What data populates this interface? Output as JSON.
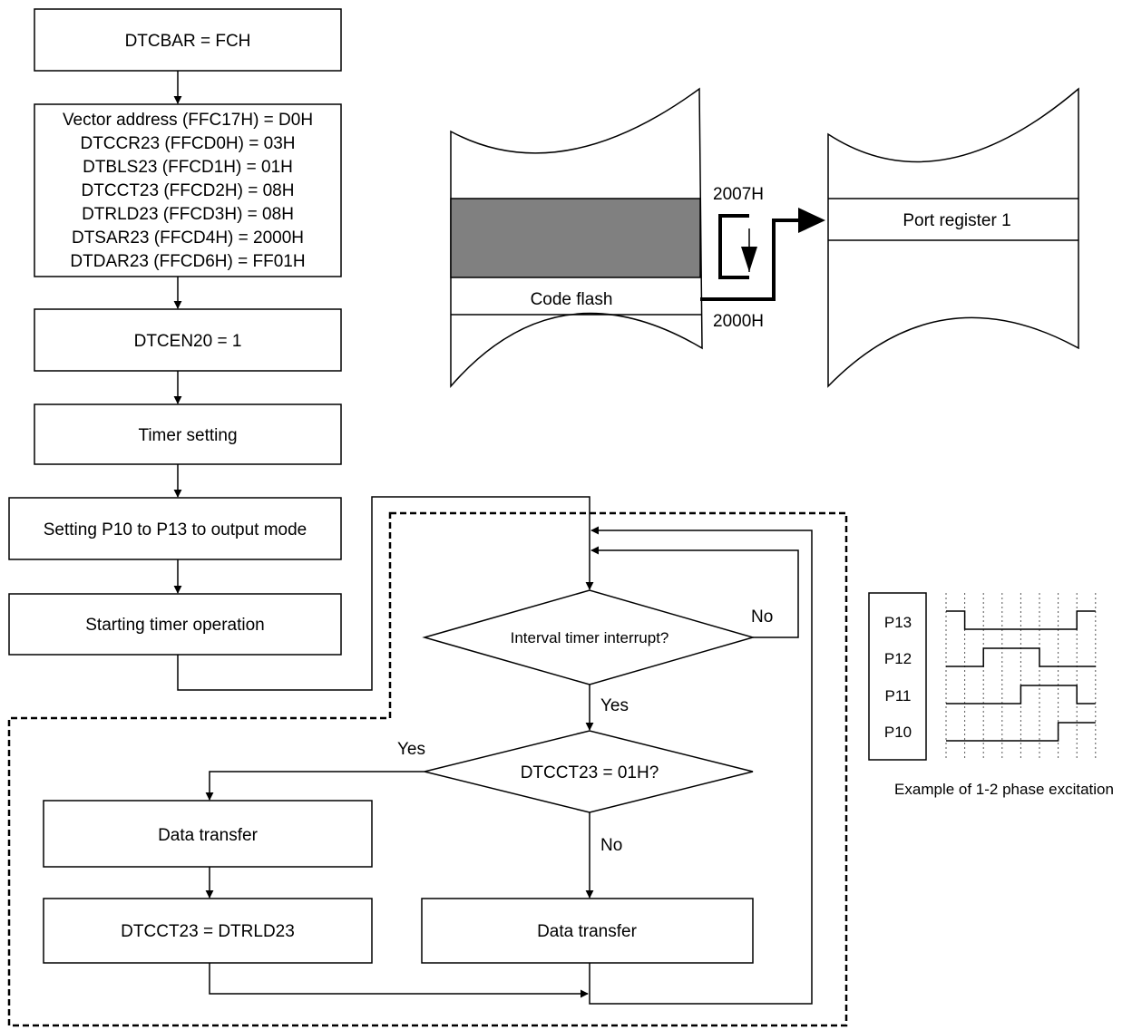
{
  "flowchart": {
    "dtcbar": "DTCBAR = FCH",
    "settings": [
      "Vector address (FFC17H) = D0H",
      "DTCCR23 (FFCD0H) = 03H",
      "DTBLS23 (FFCD1H) = 01H",
      "DTCCT23 (FFCD2H) = 08H",
      "DTRLD23 (FFCD3H) = 08H",
      "DTSAR23 (FFCD4H) = 2000H",
      "DTDAR23 (FFCD6H) = FF01H"
    ],
    "dtcen": "DTCEN20 = 1",
    "timer_setting": "Timer setting",
    "port_setting": "Setting P10 to P13 to output mode",
    "start_timer": "Starting timer operation",
    "decision_interval": "Interval timer interrupt?",
    "decision_count": "DTCCT23 = 01H?",
    "yes": "Yes",
    "no": "No",
    "data_transfer": "Data transfer",
    "reload": "DTCCT23 = DTRLD23"
  },
  "memory_map": {
    "code_flash": "Code flash",
    "addr_end": "2007H",
    "addr_start": "2000H",
    "port_register": "Port register 1",
    "shade_color": "#808080"
  },
  "waveform": {
    "signals": [
      "P13",
      "P12",
      "P11",
      "P10"
    ],
    "caption": "Example of 1-2 phase excitation",
    "steps": [
      [
        1,
        0,
        0,
        0
      ],
      [
        0,
        0,
        0,
        0
      ],
      [
        0,
        1,
        0,
        0
      ],
      [
        0,
        1,
        0,
        0
      ],
      [
        0,
        1,
        1,
        0
      ],
      [
        0,
        0,
        1,
        0
      ],
      [
        0,
        0,
        1,
        1
      ],
      [
        1,
        0,
        0,
        1
      ]
    ]
  }
}
